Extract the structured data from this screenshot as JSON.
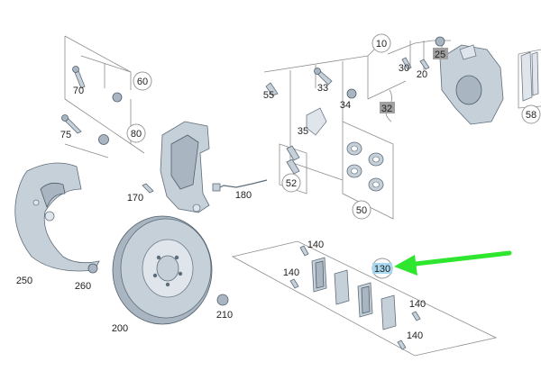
{
  "callouts": {
    "c10": "10",
    "c20": "20",
    "c25": "25",
    "c30": "30",
    "c32": "32",
    "c33": "33",
    "c34": "34",
    "c35": "35",
    "c50": "50",
    "c52": "52",
    "c55": "55",
    "c58": "58",
    "c60": "60",
    "c70": "70",
    "c75": "75",
    "c80": "80",
    "c130": "130",
    "c140a": "140",
    "c140b": "140",
    "c140c": "140",
    "c140d": "140",
    "c170": "170",
    "c180": "180",
    "c200": "200",
    "c210": "210",
    "c250": "250",
    "c260": "260"
  },
  "colors": {
    "arrow": "#2ee62e",
    "highlight": "#a8d8f0",
    "grey_tag": "#a0a0a0"
  }
}
